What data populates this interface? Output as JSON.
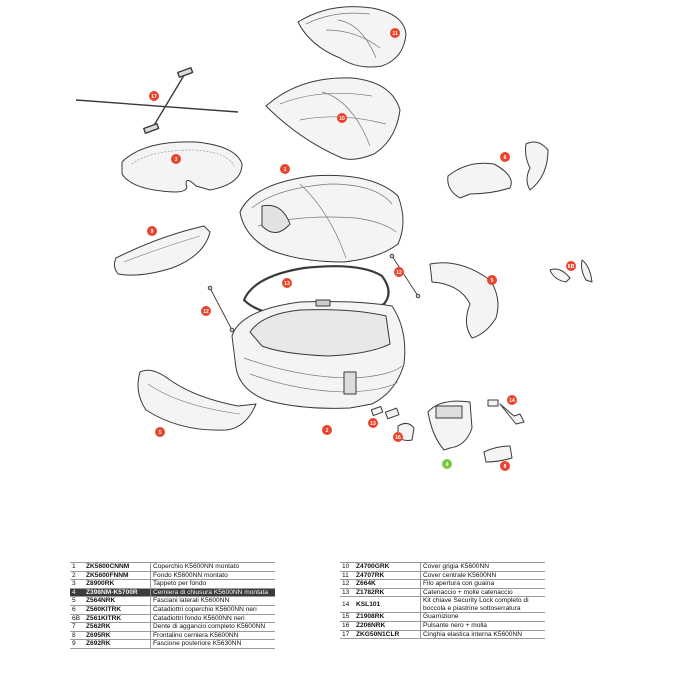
{
  "markers": [
    "11",
    "17",
    "10",
    "3",
    "1",
    "6",
    "9",
    "12",
    "13",
    "5",
    "6B",
    "12",
    "5",
    "2",
    "13",
    "16",
    "14",
    "4",
    "8"
  ],
  "parts_left": [
    {
      "num": "1",
      "code": "ZK5600CNNM",
      "desc": "Coperchio K5600NN montato"
    },
    {
      "num": "2",
      "code": "ZK5600FNNM",
      "desc": "Fondo K5600NN montato"
    },
    {
      "num": "3",
      "code": "Z8900RK",
      "desc": "Tappeto per fondo"
    },
    {
      "num": "4",
      "code": "Z398NM-K5700R",
      "desc": "Cerniera di chiusura K5600NN montata"
    },
    {
      "num": "5",
      "code": "Z564NRK",
      "desc": "Fasciani laterali K5600NN"
    },
    {
      "num": "6",
      "code": "Z560KITRK",
      "desc": "Catadiottri coperchio K5600NN neri"
    },
    {
      "num": "6B",
      "code": "Z561KITRK",
      "desc": "Catadiottri fondo K5600NN neri"
    },
    {
      "num": "7",
      "code": "Z562RK",
      "desc": "Dente di aggancio completo K5600NN"
    },
    {
      "num": "8",
      "code": "Z695RK",
      "desc": "Frontalino cerniera K5600NN"
    },
    {
      "num": "9",
      "code": "Z692RK",
      "desc": "Fascione posteriore K5630NN"
    }
  ],
  "parts_right": [
    {
      "num": "10",
      "code": "Z4700GRK",
      "desc": "Cover grigia K5600NN"
    },
    {
      "num": "11",
      "code": "Z4707RK",
      "desc": "Cover centrale K5600NN"
    },
    {
      "num": "12",
      "code": "Z664K",
      "desc": "Filo apertura con guaina"
    },
    {
      "num": "13",
      "code": "Z1782RK",
      "desc": "Catenaccio + molle catenaccio"
    },
    {
      "num": "14",
      "code": "KSL101",
      "desc": "Kit chiave Security Lock completo di boccola e piastrine sottoserratura"
    },
    {
      "num": "15",
      "code": "Z1908RK",
      "desc": "Guarnizione"
    },
    {
      "num": "16",
      "code": "Z206NRK",
      "desc": "Pulsante nero + molla"
    },
    {
      "num": "17",
      "code": "ZKG50N1CLR",
      "desc": "Cinghia elastica interna K5600NN"
    }
  ],
  "colors": {
    "marker": "#e8452c",
    "marker_green": "#7ac943",
    "line": "#444444",
    "table_highlight": "#3b3b3b"
  }
}
